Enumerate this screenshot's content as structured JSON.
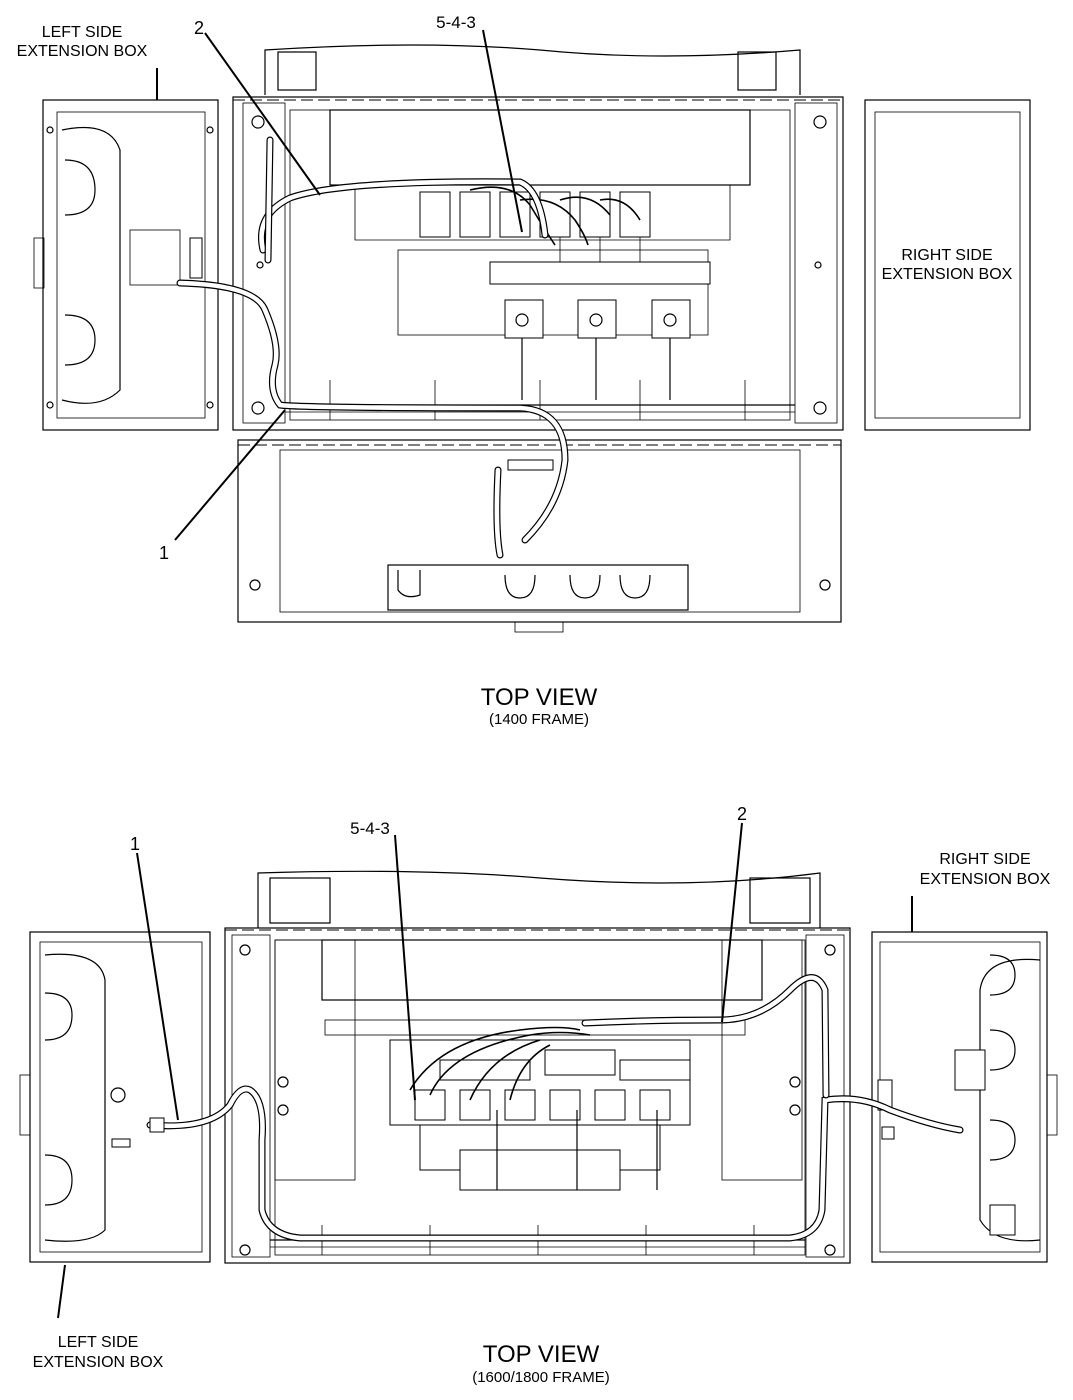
{
  "top_view": {
    "label_left_box": [
      "LEFT SIDE",
      "EXTENSION BOX"
    ],
    "label_right_box": [
      "RIGHT SIDE",
      "EXTENSION BOX"
    ],
    "callout_item_1": "1",
    "callout_item_2": "2",
    "callout_item_543": "5-4-3",
    "title": "TOP VIEW",
    "subtitle": "(1400 FRAME)"
  },
  "bottom_view": {
    "label_left_box": [
      "LEFT SIDE",
      "EXTENSION BOX"
    ],
    "label_right_box": [
      "RIGHT SIDE",
      "EXTENSION BOX"
    ],
    "callout_item_1": "1",
    "callout_item_2": "2",
    "callout_item_543": "5-4-3",
    "title": "TOP VIEW",
    "subtitle": "(1600/1800 FRAME)"
  }
}
